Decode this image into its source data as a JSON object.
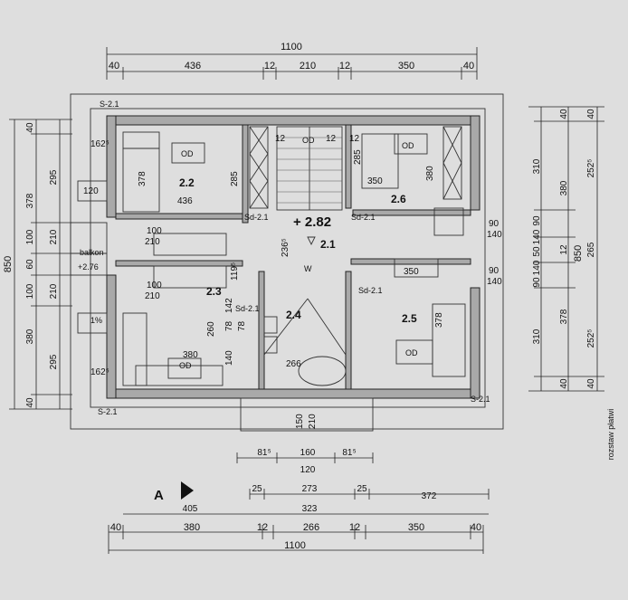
{
  "dims_top": {
    "total": "1100",
    "seg": [
      "40",
      "436",
      "12",
      "210",
      "12",
      "350",
      "40"
    ]
  },
  "dims_bottom": {
    "total": "1100",
    "seg": [
      "40",
      "380",
      "12",
      "266",
      "12",
      "350",
      "40"
    ],
    "mid_405": "405",
    "mid_323": "323",
    "mid_372": "372",
    "mid_25a": "25",
    "mid_273": "273",
    "mid_25b": "25",
    "bay_81a": "81⁵",
    "bay_160": "160",
    "bay_81b": "81⁵",
    "bay_120": "120"
  },
  "dims_left": {
    "total": "850",
    "outer": [
      "40",
      "378",
      "100",
      "60",
      "100",
      "380",
      "40"
    ],
    "inner": [
      "295",
      "210",
      "210",
      "295"
    ]
  },
  "dims_right": {
    "total": "850",
    "outer": [
      "40",
      "252⁵",
      "265",
      "252⁵",
      "40"
    ],
    "mid": [
      "40",
      "380",
      "12",
      "378",
      "40"
    ],
    "inner": [
      "310",
      "90",
      "140",
      "50",
      "140",
      "90",
      "310"
    ],
    "note": "rozstaw płatwi"
  },
  "rooms": {
    "r22": "2.2",
    "r23": "2.3",
    "r24": "2.4",
    "r25": "2.5",
    "r26": "2.6",
    "r21": "2.1"
  },
  "labels": {
    "s21_tl": "S-2.1",
    "s21_bl": "S-2.1",
    "s21_br": "S-2.1",
    "sd21a": "Sd-2.1",
    "sd21b": "Sd-2.1",
    "sd21c": "Sd-2.1",
    "sd21d": "Sd-2.1",
    "balkon": "balkon",
    "elev_282": "+ 2.82",
    "elev_276": "+2.76",
    "w": "W",
    "slope": "1%",
    "od1": "OD",
    "od2": "OD",
    "od3": "OD",
    "od4": "OD",
    "od5": "OD",
    "n120": "120",
    "n162a": "162⁵",
    "n162b": "162⁵",
    "n378": "378",
    "n436": "436",
    "n285a": "285",
    "n285b": "285",
    "n350a": "350",
    "n350b": "350",
    "n380a": "380",
    "n380b": "380",
    "n378b": "378",
    "n266": "266",
    "n260": "260",
    "n12a": "12",
    "n12b": "12",
    "n12c": "12",
    "n90a": "90",
    "n90b": "90",
    "n140a": "140",
    "n140b": "140",
    "n100a": "100",
    "n100b": "100",
    "n210a": "210",
    "n210b": "210",
    "n236": "236⁵",
    "n119": "119⁵",
    "n78a": "78",
    "n78b": "78",
    "n140c": "140",
    "n142": "142",
    "n150": "150",
    "n210c": "210"
  },
  "section": {
    "mark": "A"
  }
}
